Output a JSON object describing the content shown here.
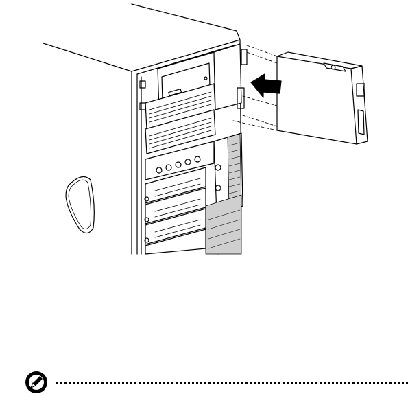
{
  "figure": {
    "subject": "floppy-drive-installation-illustration",
    "icon": "server-tower-illustration",
    "colors": {
      "line": "#000000",
      "fill": "#ffffff",
      "shade": "#cfcfcf"
    }
  },
  "note": {
    "icon": "note-pen-icon",
    "rule_style": "dotted",
    "text": ""
  }
}
